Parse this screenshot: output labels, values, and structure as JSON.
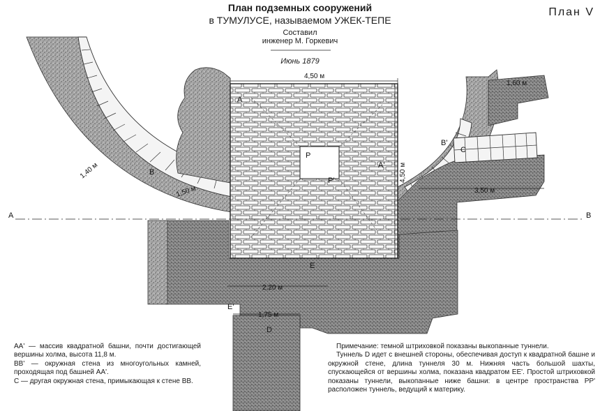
{
  "header": {
    "title": "План подземных сооружений",
    "subtitle": "в ТУМУЛУСЕ, называемом УЖЕК-ТЕПЕ",
    "compiled": "Составил",
    "author": "инженер М. Горкевич",
    "date": "Июнь 1879"
  },
  "plan_label": "План V",
  "section_line": {
    "left": "A",
    "right": "B"
  },
  "labels": {
    "A": "A",
    "A_prime": "A'",
    "B": "B",
    "B_prime": "B'",
    "C": "C",
    "P": "P",
    "P_prime": "P'",
    "E": "E",
    "E_prime": "E'",
    "D": "D"
  },
  "dimensions": {
    "top_width": "4,50 м",
    "side_height": "4,50 м",
    "left_curve": "1,40 м",
    "left_wall": "1,50 м",
    "right_top": "1,60 м",
    "right_tunnel": "3,50 м",
    "lower_tunnel": "2,20 м",
    "shaft_width": "1,75 м"
  },
  "legend": [
    "AA' — массив квадратной башни, почти достигающей вершины холма, высота 11,8 м.",
    "BB' — окружная стена из многоугольных камней, проходящая под башней AA'.",
    "C — другая окружная стена, примыкающая к стене BB."
  ],
  "note": [
    "Примечание: темной штриховкой показаны выкопанные туннели.",
    "Туннель D идет с внешней стороны, обеспечивая доступ к квадратной башне и окружной стене, длина туннеля 30 м. Нижняя часть большой шахты, спускающейся от вершины холма, показана квадратом EE'. Простой штриховкой показаны туннели, выкопанные ниже башни: в центре пространства PP' расположен туннель, ведущий к материку."
  ]
}
